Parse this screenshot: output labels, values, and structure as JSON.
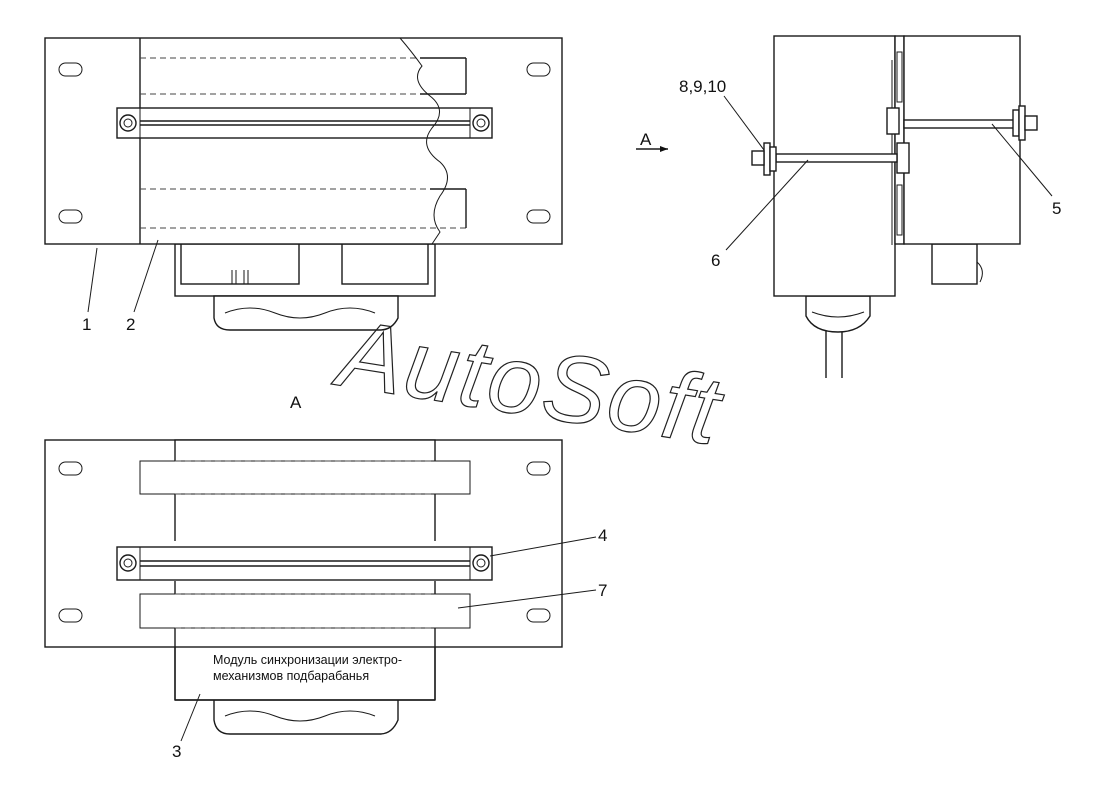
{
  "callouts": {
    "c1": "1",
    "c2": "2",
    "c3": "3",
    "c4": "4",
    "c5": "5",
    "c6": "6",
    "c7": "7",
    "c8": "8,9,10"
  },
  "view_markers": {
    "arrow_label": "A",
    "view_label": "A"
  },
  "module_label": {
    "line1": "Модуль синхронизации электро-",
    "line2": "механизмов подбарабанья"
  },
  "watermark": "AutoSoft"
}
